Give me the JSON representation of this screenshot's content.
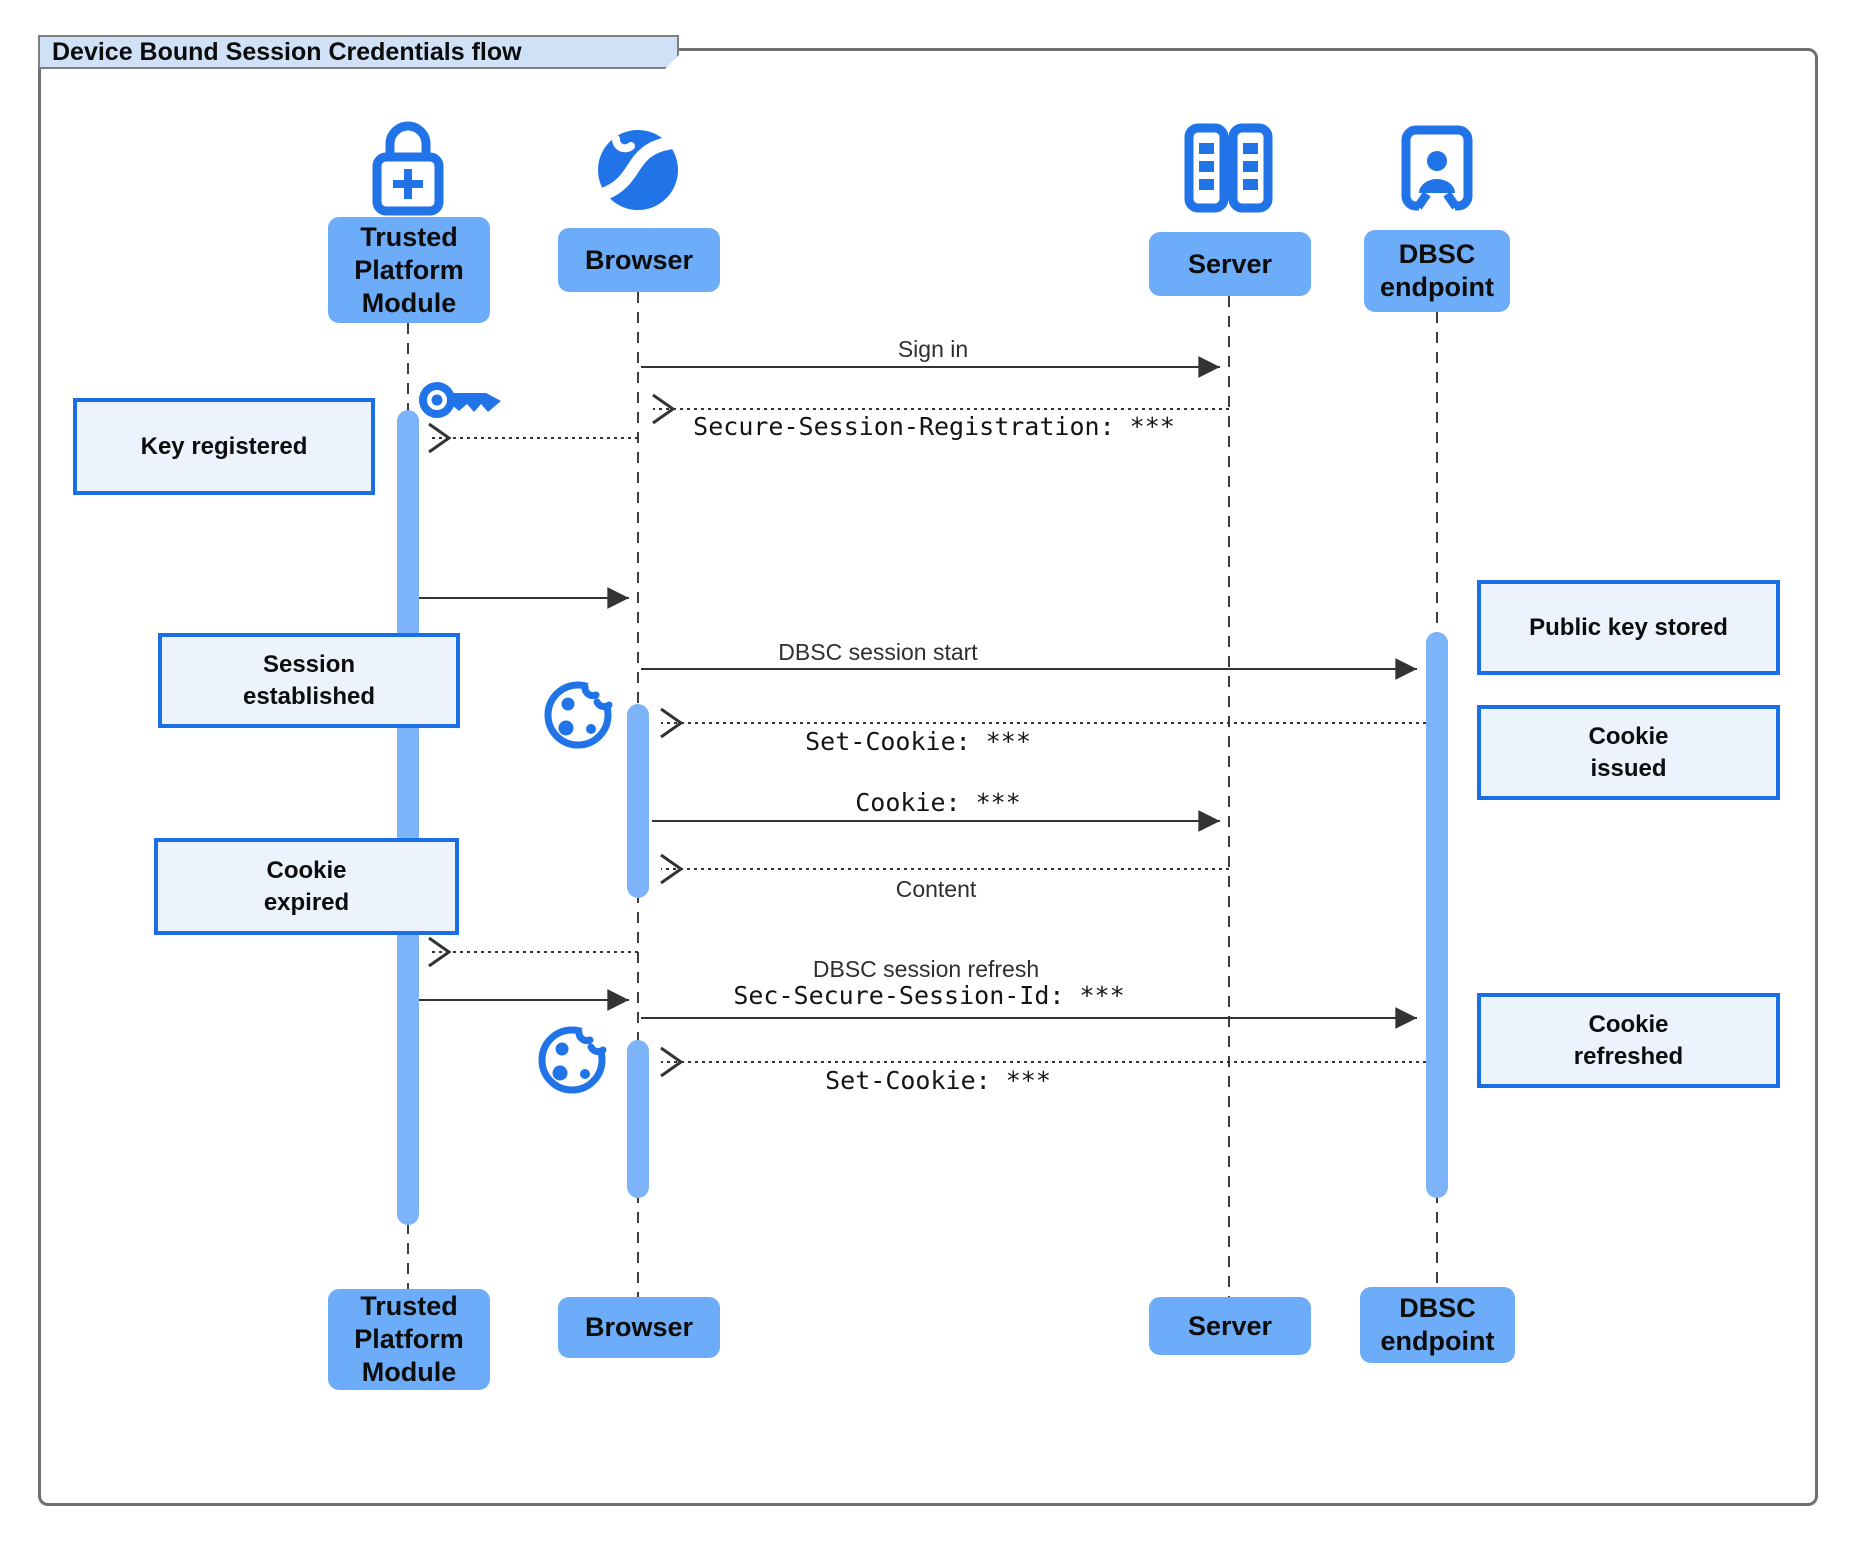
{
  "title": "Device Bound Session Credentials flow",
  "colors": {
    "icon_blue": "#2173e8",
    "participant_label_fill": "#6dacf8",
    "activation_bar_fill": "#7db3f9",
    "note_fill": "#ecf3fc",
    "note_border": "#1b6fe6",
    "title_tab_fill": "#cfe0f7",
    "frame_border": "#6f6f6f",
    "arrow_color": "#333333"
  },
  "participants": [
    {
      "id": "tpm",
      "label": "Trusted\nPlatform\nModule",
      "icon": "lock-plus-icon"
    },
    {
      "id": "browser",
      "label": "Browser",
      "icon": "globe-icon"
    },
    {
      "id": "server",
      "label": "Server",
      "icon": "server-rack-icon"
    },
    {
      "id": "dbsc",
      "label": "DBSC\nendpoint",
      "icon": "endpoint-person-icon"
    }
  ],
  "messages": {
    "sign_in": "Sign in",
    "secure_session_registration": "Secure-Session-Registration: ***",
    "dbsc_session_start": "DBSC session start",
    "set_cookie_1": "Set-Cookie: ***",
    "cookie": "Cookie: ***",
    "content": "Content",
    "dbsc_session_refresh": "DBSC session refresh",
    "sec_secure_session_id": "Sec-Secure-Session-Id: ***",
    "set_cookie_2": "Set-Cookie: ***"
  },
  "notes": {
    "key_registered": "Key registered",
    "session_established": "Session\nestablished",
    "cookie_expired": "Cookie\nexpired",
    "public_key_stored": "Public key stored",
    "cookie_issued": "Cookie\nissued",
    "cookie_refreshed": "Cookie\nrefreshed"
  }
}
